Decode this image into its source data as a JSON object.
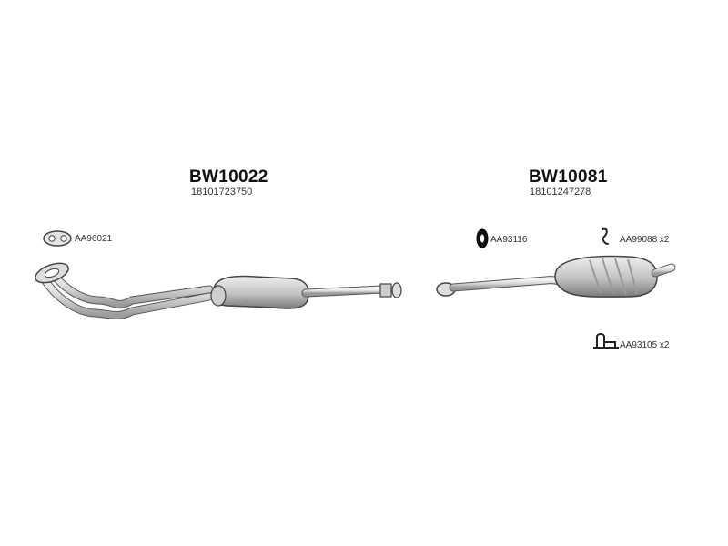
{
  "assemblies": [
    {
      "code": "BW10022",
      "oem": "18101723750"
    },
    {
      "code": "BW10081",
      "oem": "18101247278"
    }
  ],
  "accessories": [
    {
      "label": "AA96021",
      "icon": "flange-gasket-icon"
    },
    {
      "label": "AA93116",
      "icon": "rubber-ring-icon"
    },
    {
      "label": "AA99088 x2",
      "icon": "hook-hanger-icon"
    },
    {
      "label": "AA93105 x2",
      "icon": "mounting-bracket-icon"
    }
  ]
}
